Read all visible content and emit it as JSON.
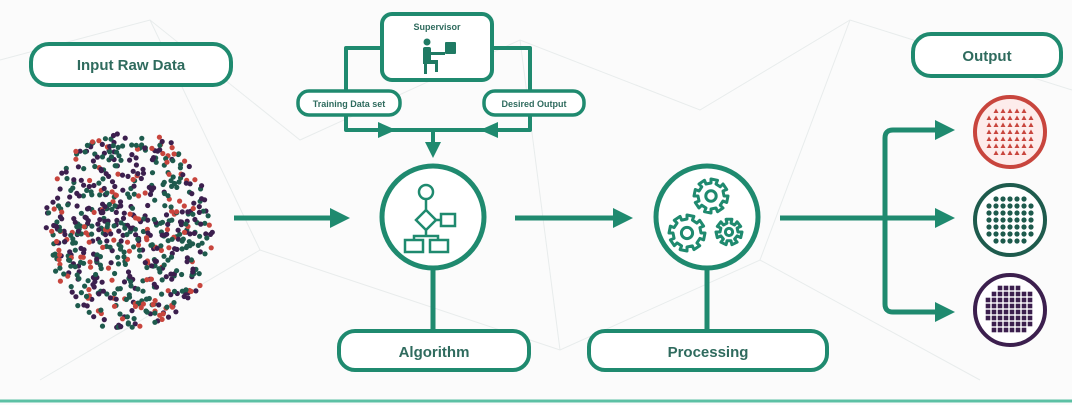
{
  "colors": {
    "accent": "#1f8a6f",
    "red": "#c8453d",
    "green": "#1e5b4d",
    "purple": "#3c1f4e"
  },
  "labels": {
    "input": "Input Raw Data",
    "supervisor": "Supervisor",
    "training": "Training Data set",
    "desired": "Desired Output",
    "algorithm": "Algorithm",
    "processing": "Processing",
    "output": "Output"
  },
  "icons": [
    "person-at-computer-icon",
    "flowchart-icon",
    "gears-icon"
  ]
}
